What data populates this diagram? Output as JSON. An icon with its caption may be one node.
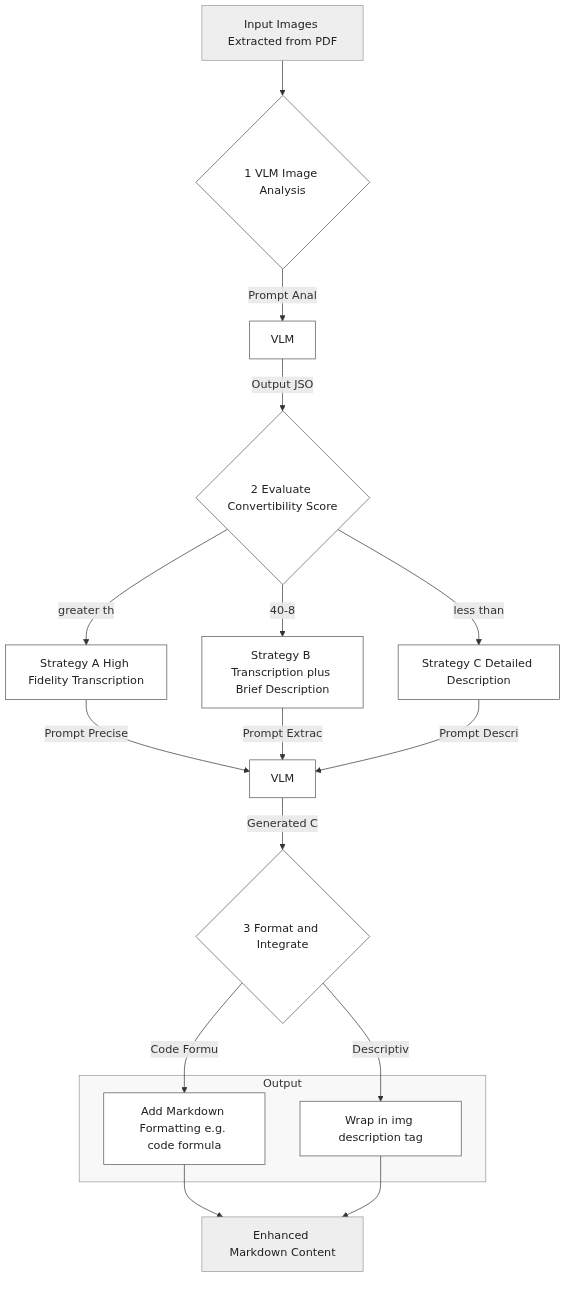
{
  "diagram": {
    "nodes": [
      {
        "text": [
          "Input Images Extracted from PDF"
        ]
      },
      {
        "text": [
          "1 VLM Image Analysis"
        ]
      },
      {
        "text": [
          "VLM"
        ]
      },
      {
        "text": [
          "2 Evaluate Convertibility Score"
        ]
      },
      {
        "text": [
          "Strategy A High Fidelity Transcription"
        ]
      },
      {
        "text": [
          "Strategy B Transcription plus Brief Description"
        ]
      },
      {
        "text": [
          "Strategy C Detailed Description"
        ]
      },
      {
        "text": [
          "VLM"
        ]
      },
      {
        "text": [
          "3 Format and Integrate"
        ]
      },
      {
        "text": [
          "Output"
        ]
      },
      {
        "text": [
          "Add Markdown Formatting e.g. code formula"
        ],
        "in": 9
      },
      {
        "text": [
          "Wrap in img description tag"
        ],
        "in": 9
      },
      {
        "text": [
          "Enhanced Markdown Content"
        ]
      }
    ],
    "edges": [
      {
        "from": 0,
        "to": 1,
        "arrow": "to"
      },
      {
        "from": 1,
        "to": 2,
        "arrow": "to",
        "label": "Prompt Anal"
      },
      {
        "from": 2,
        "to": 3,
        "arrow": "to",
        "label": "Output JSO"
      },
      {
        "from": 3,
        "to": 4,
        "arrow": "to",
        "label": "greater th"
      },
      {
        "from": 3,
        "to": 5,
        "arrow": "to",
        "label": "40-8"
      },
      {
        "from": 3,
        "to": 6,
        "arrow": "to",
        "label": "less than"
      },
      {
        "from": 4,
        "to": 7,
        "arrow": "to",
        "label": "Prompt Precise"
      },
      {
        "from": 5,
        "to": 7,
        "arrow": "to",
        "label": "Prompt Extrac"
      },
      {
        "from": 6,
        "to": 7,
        "arrow": "to",
        "label": "Prompt Descri"
      },
      {
        "from": 7,
        "to": 8,
        "arrow": "to",
        "label": "Generated C"
      },
      {
        "from": 8,
        "to": 10,
        "arrow": "to",
        "label": "Code Formu"
      },
      {
        "from": 8,
        "to": 11,
        "arrow": "to",
        "label": "Descriptiv"
      },
      {
        "from": 10,
        "to": 12,
        "arrow": "to"
      },
      {
        "from": 11,
        "to": 12,
        "arrow": "to"
      }
    ]
  }
}
